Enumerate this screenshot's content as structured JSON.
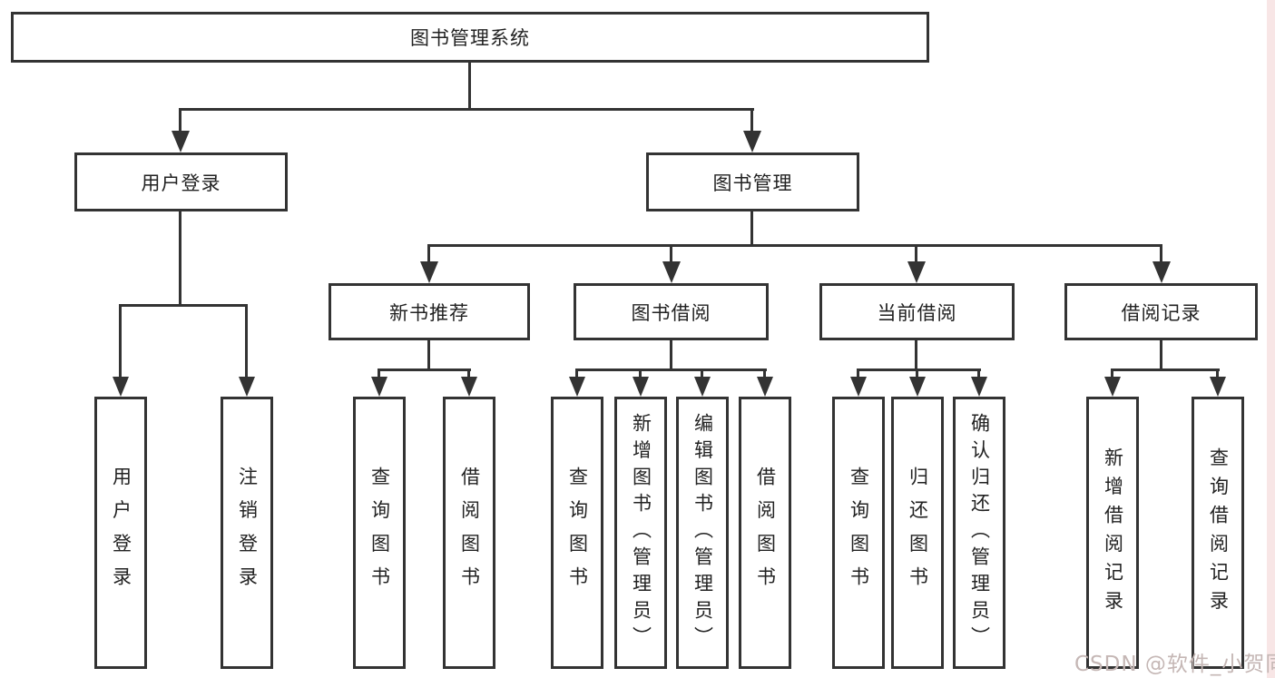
{
  "colors": {
    "line": "#333333",
    "text": "#222222",
    "watermark": "#c5b7b5",
    "right_strip": "#f8e6e6",
    "bg": "#ffffff"
  },
  "watermark": {
    "text": "CSDN @软件_小贺同学"
  },
  "tree": {
    "label": "图书管理系统",
    "children": [
      {
        "label": "用户登录",
        "children": [
          {
            "label": "用户登录"
          },
          {
            "label": "注销登录"
          }
        ]
      },
      {
        "label": "图书管理",
        "children": [
          {
            "label": "新书推荐",
            "children": [
              {
                "label": "查询图书"
              },
              {
                "label": "借阅图书"
              }
            ]
          },
          {
            "label": "图书借阅",
            "children": [
              {
                "label": "查询图书"
              },
              {
                "label": "新增图书（管理员）"
              },
              {
                "label": "编辑图书（管理员）"
              },
              {
                "label": "借阅图书"
              }
            ]
          },
          {
            "label": "当前借阅",
            "children": [
              {
                "label": "查询图书"
              },
              {
                "label": "归还图书"
              },
              {
                "label": "确认归还（管理员）"
              }
            ]
          },
          {
            "label": "借阅记录",
            "children": [
              {
                "label": "新增借阅记录"
              },
              {
                "label": "查询借阅记录"
              }
            ]
          }
        ]
      }
    ]
  }
}
